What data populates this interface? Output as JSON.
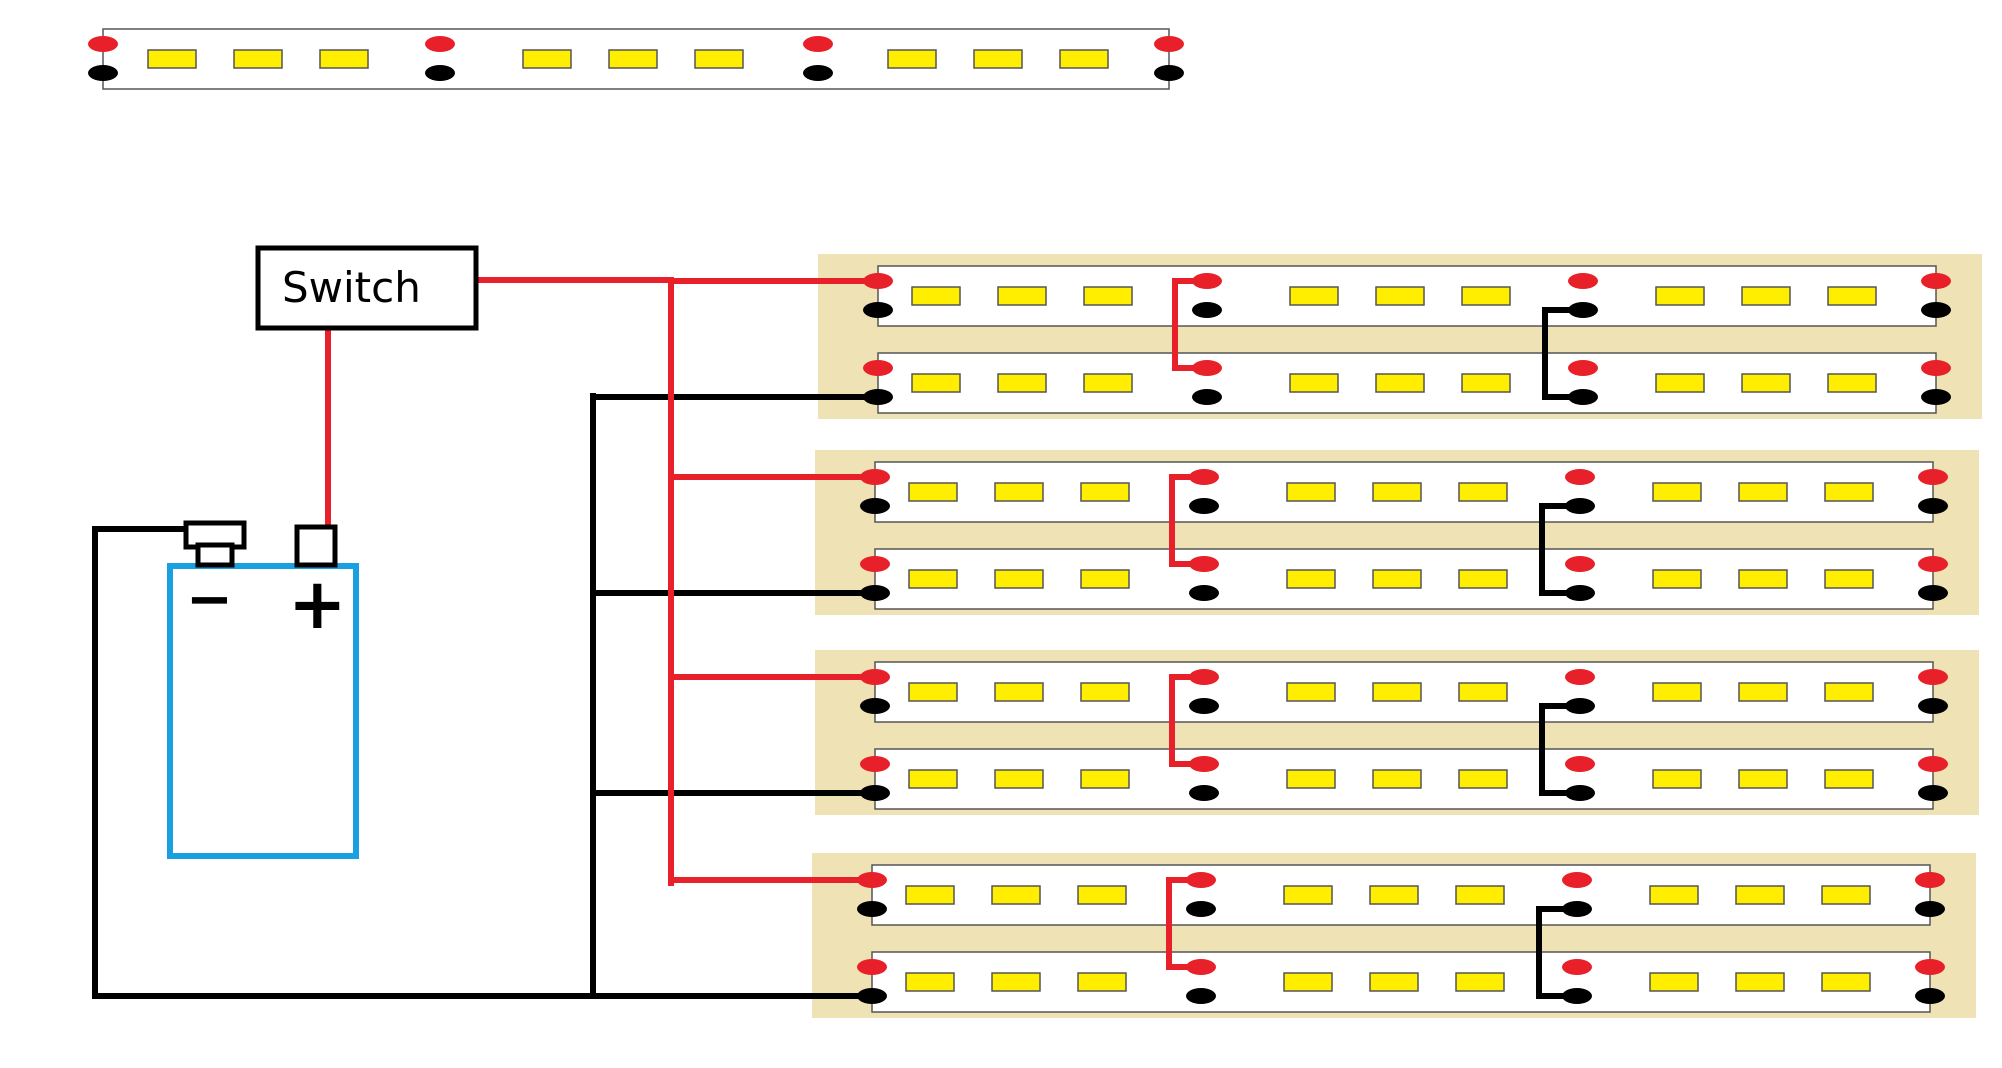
{
  "switch": {
    "label": "Switch"
  },
  "battery": {
    "negative_label": "−",
    "positive_label": "+"
  },
  "colors": {
    "positive_wire": "#e8202a",
    "negative_wire": "#000000",
    "battery_outline": "#1a9fe0",
    "panel_background": "#efe2b4",
    "led_fill": "#ffee00",
    "strip_background": "#ffffff"
  },
  "legend_strip": {
    "segments": 3,
    "leds_per_segment": 3
  },
  "panels": {
    "count": 4,
    "strips_per_panel": 2,
    "segments_per_strip": 3,
    "leds_per_segment": 3
  }
}
